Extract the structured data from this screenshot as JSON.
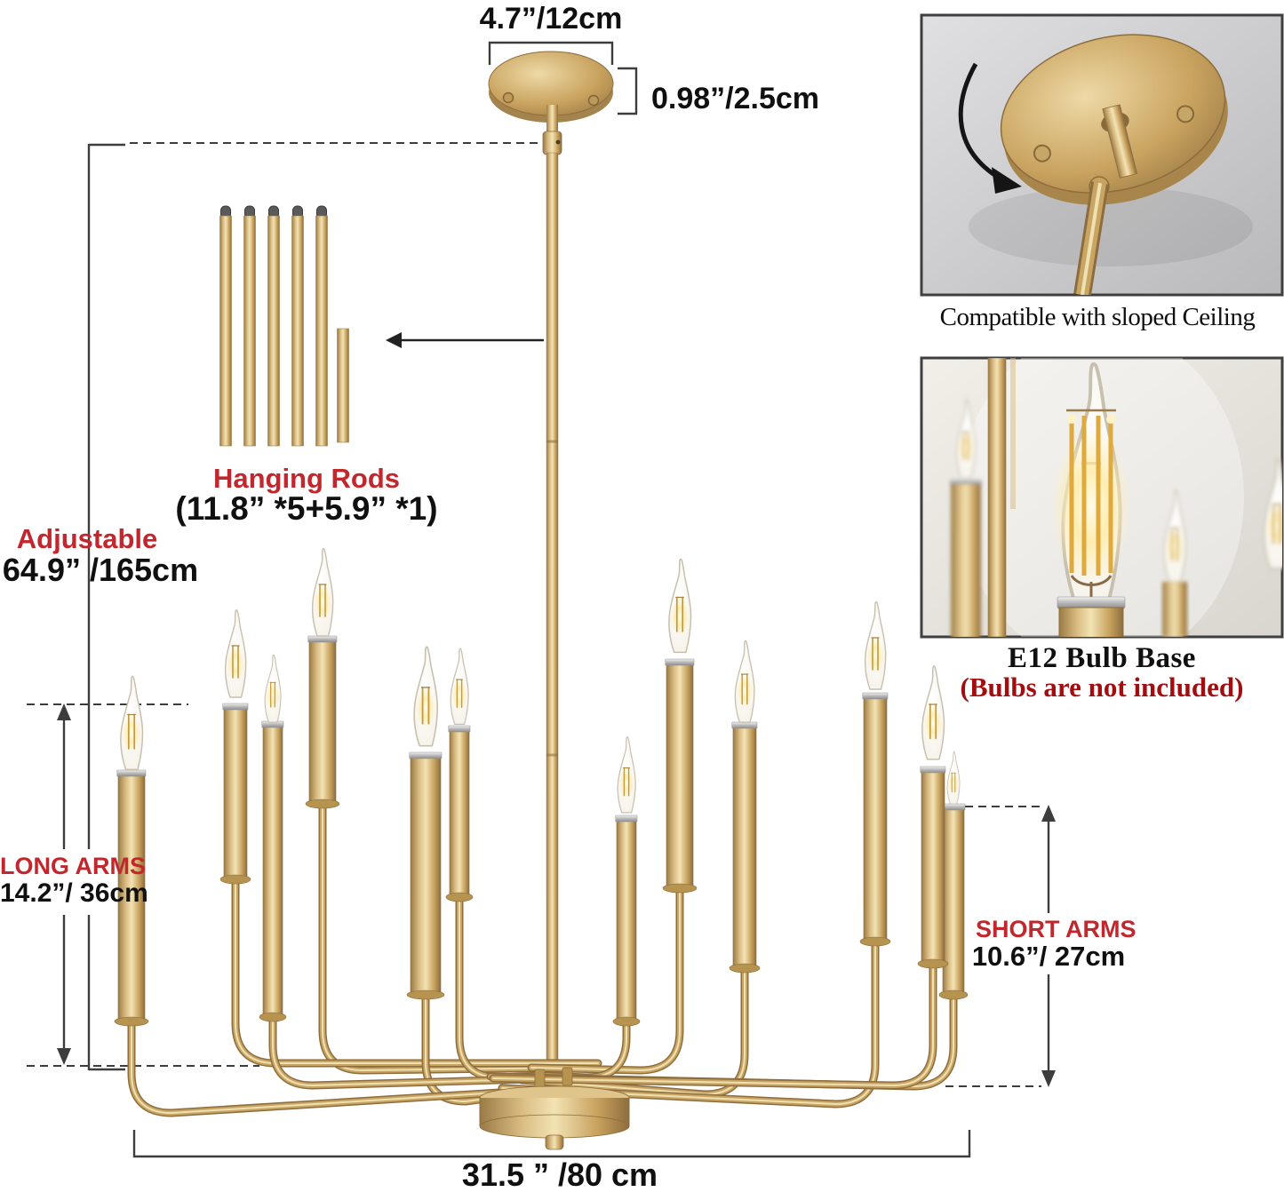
{
  "dimensions": {
    "canopy_width": "4.7”/12cm",
    "canopy_height": "0.98”/2.5cm",
    "adjustable_label": "Adjustable",
    "adjustable_value": "64.9” /165cm",
    "hanging_rods_label": "Hanging Rods",
    "hanging_rods_detail": "(11.8” *5+5.9” *1)",
    "long_arms_label": "LONG ARMS",
    "long_arms_value": "14.2”/ 36cm",
    "short_arms_label": "SHORT ARMS",
    "short_arms_value": "10.6”/ 27cm",
    "fixture_width": "31.5 ” /80 cm"
  },
  "insets": {
    "sloped_ceiling_caption": "Compatible with sloped Ceiling",
    "bulb_caption_line1": "E12 Bulb Base",
    "bulb_caption_line2": "(Bulbs are not included)"
  },
  "counts": {
    "lights_visible": 12,
    "long_hanging_rods": 5,
    "short_hanging_rods": 1
  },
  "colors": {
    "gold": "#c9a35f",
    "gold_light": "#f0dcae",
    "gold_dark": "#8d6d3e",
    "red_label": "#c1272d",
    "dark_red_caption": "#a30d10",
    "dimension_line": "#3d3d3d",
    "inset_border": "#3f3f3f"
  }
}
